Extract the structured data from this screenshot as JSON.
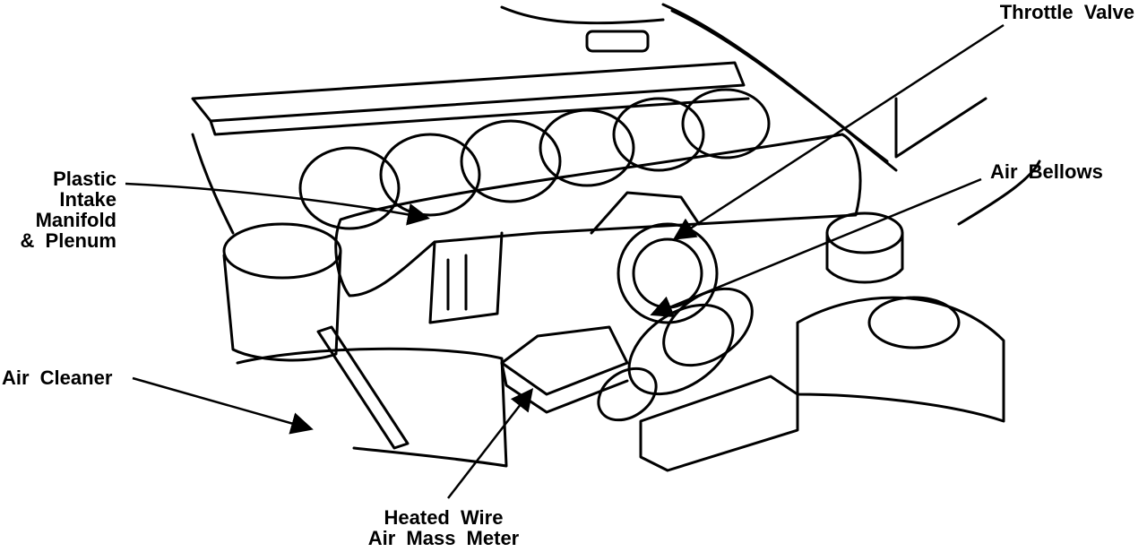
{
  "labels": {
    "throttle_valve": "Throttle  Valve",
    "air_bellows": "Air  Bellows",
    "plastic_intake": [
      "Plastic",
      "Intake",
      "Manifold",
      "& Plenum"
    ],
    "air_cleaner": "Air  Cleaner",
    "air_mass_meter": [
      "Heated  Wire",
      "Air  Mass  Meter"
    ]
  },
  "colors": {
    "ink": "#000000",
    "paper": "#ffffff"
  }
}
